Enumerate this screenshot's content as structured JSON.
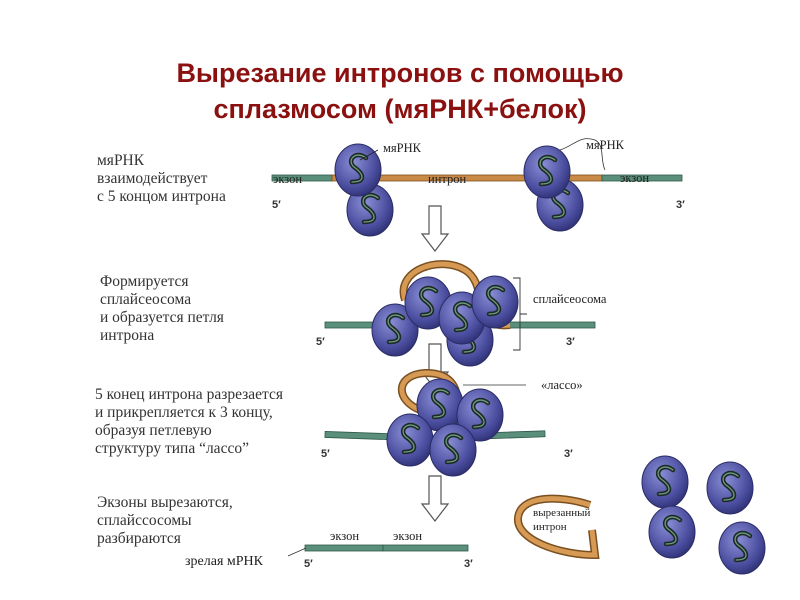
{
  "title": {
    "line1": "Вырезание интронов с помощью",
    "line2": "сплазмосом (мяРНК+белок)"
  },
  "steps": [
    {
      "text": "мяРНК\nвзаимодействует\nс 5 концом интрона"
    },
    {
      "text": "Формируется\nсплайсеосома\nи образуется петля\nинтрона"
    },
    {
      "text": "5 конец интрона разрезается\nи прикрепляется к 3 концу,\nобразуя петлевую\nструктуру типа “лассо”"
    },
    {
      "text": "Экзоны вырезаются,\nсплайссосомы\nразбираются"
    }
  ],
  "labels": {
    "snrna_left": "мяРНК",
    "snrna_right": "мяРНК",
    "exon_left": "экзон",
    "intron": "интрон",
    "exon_right": "экзон",
    "spliceosome": "сплайсеосома",
    "lasso": "«лассо»",
    "excised_intron_1": "вырезанный",
    "excised_intron_2": "интрон",
    "mature_exon_1": "экзон",
    "mature_exon_2": "экзон",
    "mature_mrna": "зрелая мРНК",
    "five_prime": "5′",
    "three_prime": "3′"
  },
  "colors": {
    "title": "#8b1010",
    "exon": "#5a8f7b",
    "intron": "#c98a45",
    "protein": "#5558a8"
  }
}
